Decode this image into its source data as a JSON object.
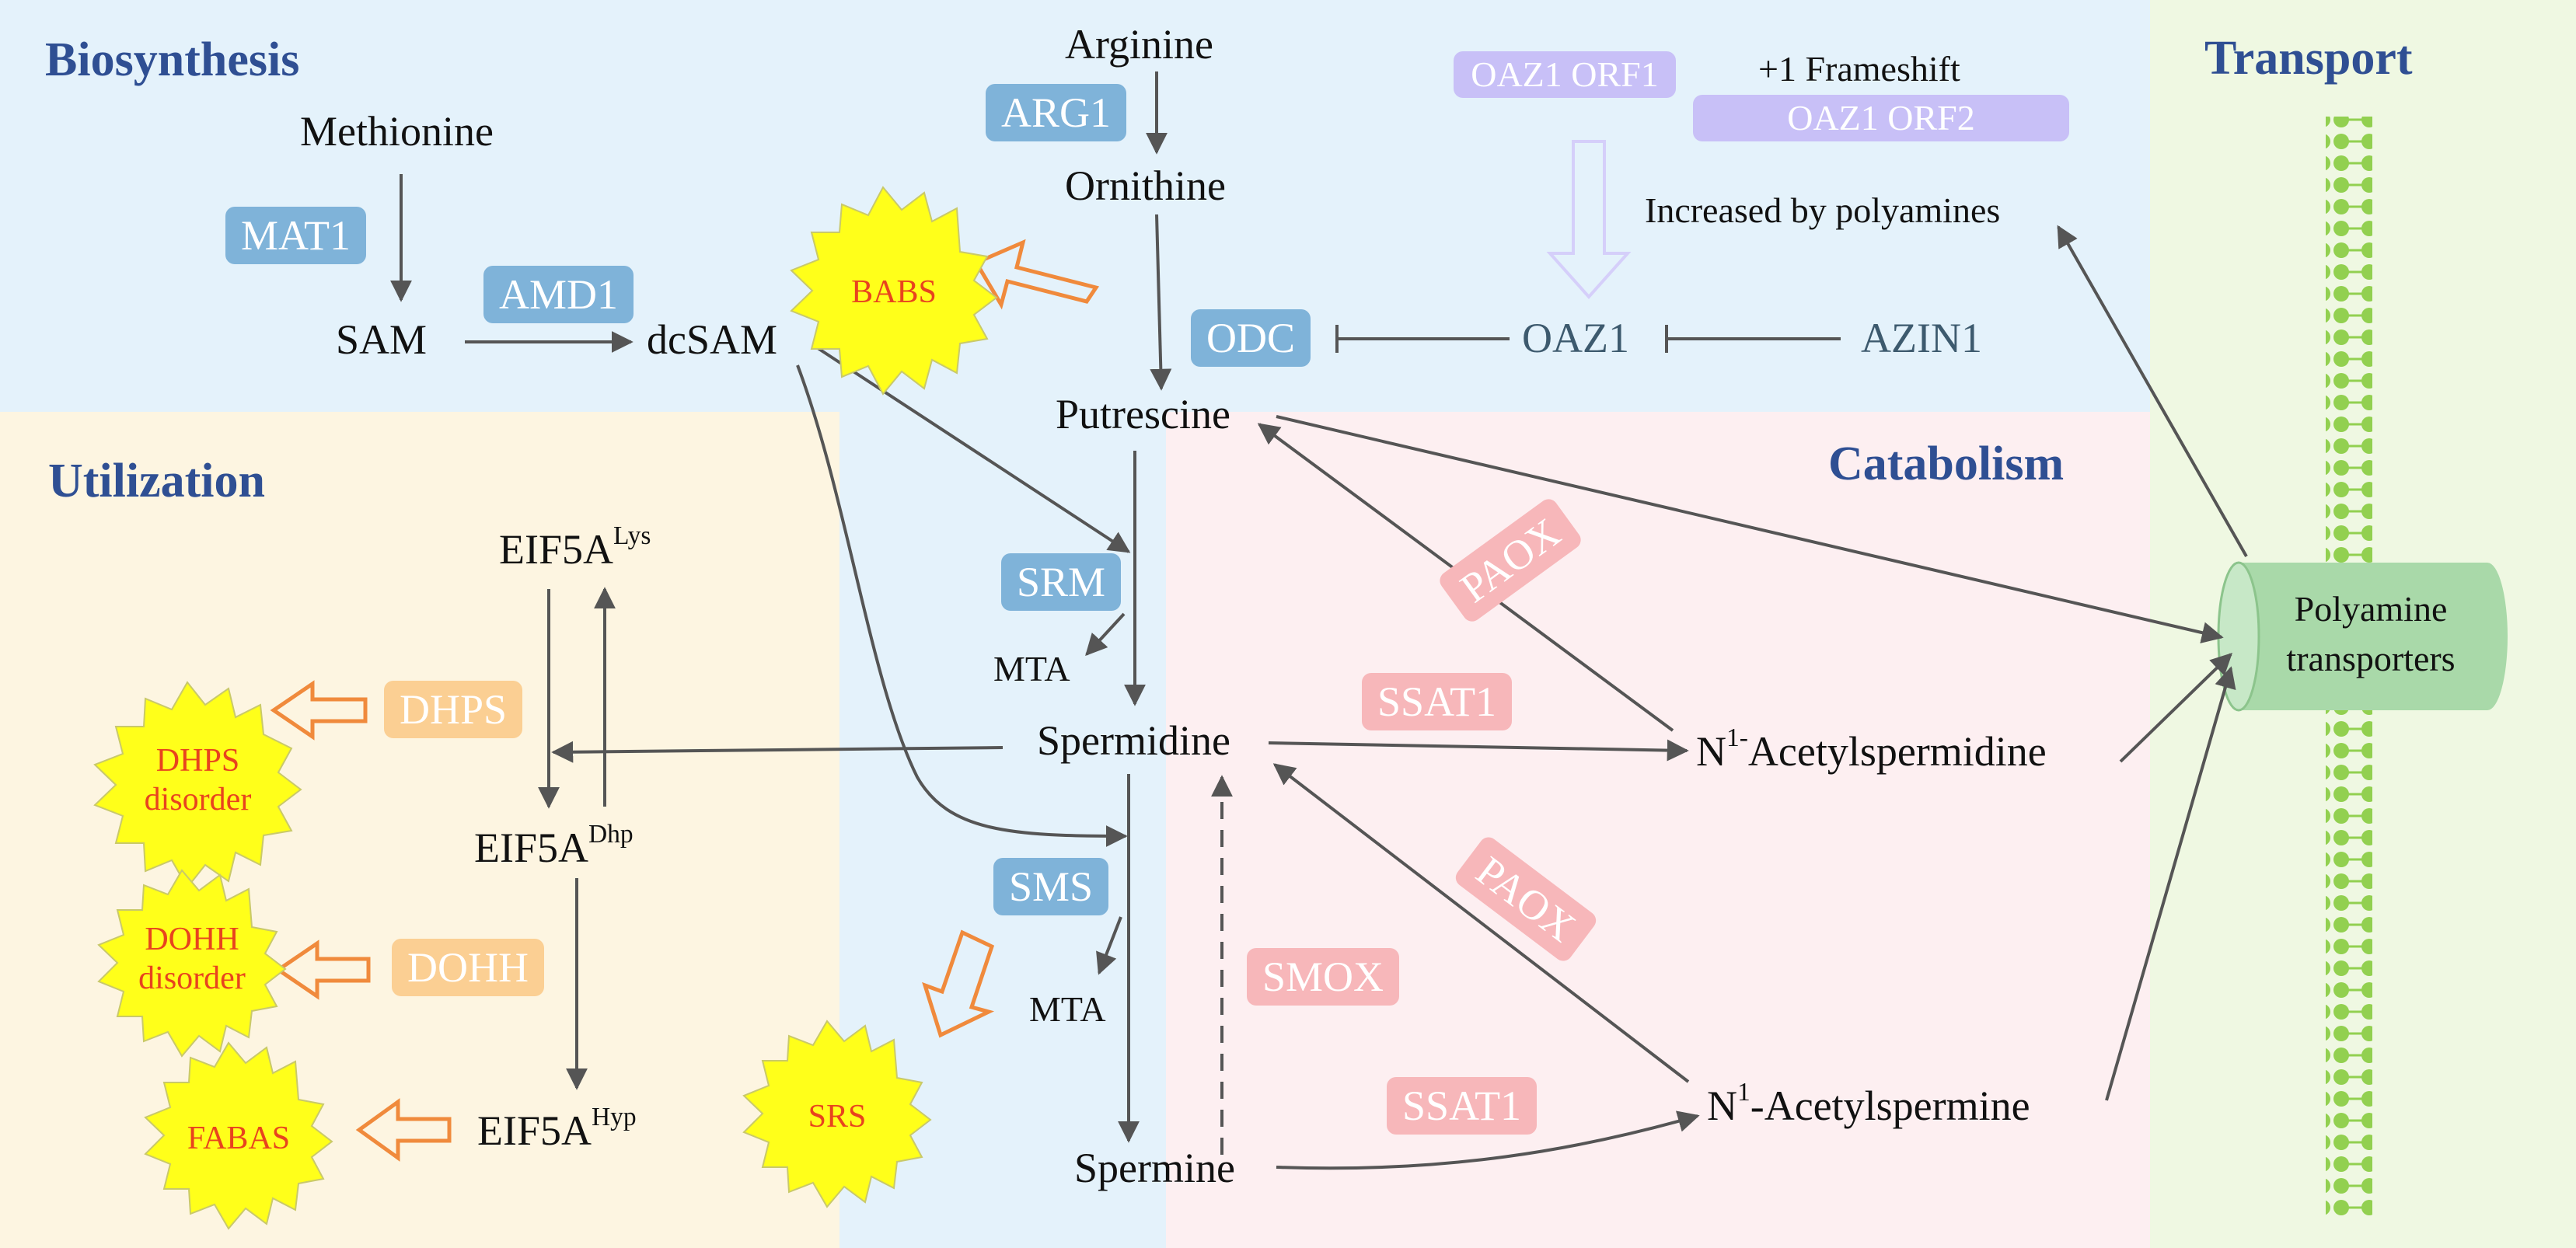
{
  "sections": {
    "biosynthesis": "Biosynthesis",
    "utilization": "Utilization",
    "catabolism": "Catabolism",
    "transport": "Transport"
  },
  "metabolites": {
    "methionine": "Methionine",
    "sam": "SAM",
    "dcsam": "dcSAM",
    "arginine": "Arginine",
    "ornithine": "Ornithine",
    "putrescine": "Putrescine",
    "mta_1": "MTA",
    "mta_2": "MTA",
    "spermidine": "Spermidine",
    "spermine": "Spermine",
    "acetylspermidine": {
      "prefix": "N",
      "sup": "1-",
      "name": "Acetylspermidine"
    },
    "acetylspermine": {
      "prefix": "N",
      "sup": "1",
      "name": "-Acetylspermine"
    },
    "eif5a_lys": {
      "base": "EIF5A",
      "sup": "Lys"
    },
    "eif5a_dhp": {
      "base": "EIF5A",
      "sup": "Dhp"
    },
    "eif5a_hyp": {
      "base": "EIF5A",
      "sup": "Hyp"
    }
  },
  "enzymes": {
    "mat1": "MAT1",
    "amd1": "AMD1",
    "arg1": "ARG1",
    "odc": "ODC",
    "srm": "SRM",
    "sms": "SMS",
    "dhps": "DHPS",
    "dohh": "DOHH",
    "paox_1": "PAOX",
    "paox_2": "PAOX",
    "ssat1_1": "SSAT1",
    "ssat1_2": "SSAT1",
    "smox": "SMOX"
  },
  "regulation": {
    "oaz1_orf1": "OAZ1 ORF1",
    "oaz1_orf2": "OAZ1 ORF2",
    "frameshift": "+1 Frameshift",
    "increased_by_polyamines": "Increased by polyamines",
    "oaz1": "OAZ1",
    "azin1": "AZIN1"
  },
  "disorders": {
    "babs": "BABS",
    "dhps_disorder": [
      "DHPS",
      "disorder"
    ],
    "dohh_disorder": [
      "DOHH",
      "disorder"
    ],
    "fabas": "FABAS",
    "srs": "SRS"
  },
  "transport": {
    "transporter_label": [
      "Polyamine",
      "transporters"
    ]
  },
  "colors": {
    "biosynthesis_bg": "#e4f2fb",
    "utilization_bg": "#fdf5e1",
    "catabolism_bg": "#fdeff1",
    "transport_bg": "#eff8e2",
    "section_title": "#2f4f93",
    "enzyme_blue": "#7fb3d9",
    "enzyme_pink": "#f7b7ba",
    "enzyme_orange": "#fbcf93",
    "orf_violet": "#c8c0f7",
    "burst_fill": "#ffff1a",
    "burst_text": "#e8431e",
    "arrow": "#555555",
    "hollow_arrow": "#f08a3c",
    "membrane": "#92d050",
    "transporter": "#a9d9a9"
  }
}
